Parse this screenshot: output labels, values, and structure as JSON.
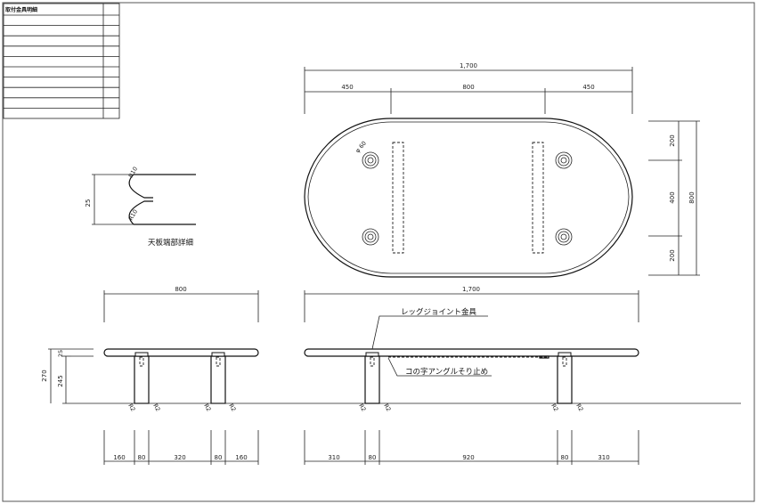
{
  "parts_table": {
    "title": "取付金具明細",
    "row_count": 10
  },
  "detail": {
    "caption": "天板端部詳細",
    "thickness": "25",
    "radius_top": "R10",
    "radius_bottom": "R10"
  },
  "plan": {
    "overall_width": "1,700",
    "segments": [
      "450",
      "800",
      "450"
    ],
    "hole_dia": "φ 60",
    "right_dims": [
      "200",
      "400",
      "200"
    ],
    "overall_depth": "800"
  },
  "side_view": {
    "overall_width": "800",
    "height_total": "270",
    "height_leg": "245",
    "top_thickness": "25",
    "bottom_dims": [
      "160",
      "80",
      "320",
      "80",
      "160"
    ],
    "foot_labels": [
      "R2",
      "R2",
      "R2",
      "R2"
    ]
  },
  "front_view": {
    "overall_width": "1,700",
    "bottom_dims": [
      "310",
      "80",
      "920",
      "80",
      "310"
    ],
    "foot_labels": [
      "R2",
      "R2",
      "R2",
      "R2"
    ],
    "callout_joint": "レッグジョイント金具",
    "callout_angle": "コの字アングルそり止め"
  }
}
